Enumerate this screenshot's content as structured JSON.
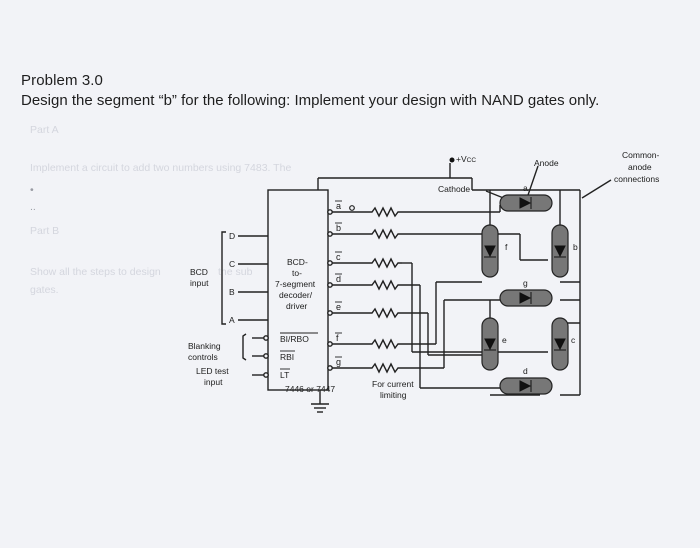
{
  "header": {
    "problem": "Problem 3.0",
    "prompt": "Design the segment “b” for the following: Implement your design with NAND gates only."
  },
  "faint_text": {
    "part_a": "Part A",
    "part_a_line": "Implement a circuit to add two numbers using 7483. The",
    "dash": "•",
    "dots": "..",
    "part_b": "Part B",
    "part_b_line1": "Show all the steps to design",
    "part_b_line1b": "the sub",
    "part_b_line2": "gates."
  },
  "diagram": {
    "vcc": "+V",
    "vcc_sub": "CC",
    "anode": "Anode",
    "common_anode_1": "Common-",
    "common_anode_2": "anode",
    "common_anode_3": "connections",
    "cathode": "Cathode",
    "bcd_input_1": "BCD",
    "bcd_input_2": "input",
    "inputs": [
      "D",
      "C",
      "B",
      "A"
    ],
    "chip_1": "BCD-",
    "chip_2": "to-",
    "chip_3": "7-segment",
    "chip_4": "decoder/",
    "chip_5": "driver",
    "blanking_1": "Blanking",
    "blanking_2": "controls",
    "led_test_1": "LED test",
    "led_test_2": "input",
    "bi_rbo": "BI/RBO",
    "rbi": "RBI",
    "lt": "LT",
    "part_number": "7446 or 7447",
    "outputs": [
      "a",
      "b",
      "c",
      "d",
      "e",
      "f",
      "g"
    ],
    "segments": [
      "a",
      "b",
      "c",
      "d",
      "e",
      "f",
      "g"
    ],
    "current_1": "For current",
    "current_2": "limiting"
  }
}
